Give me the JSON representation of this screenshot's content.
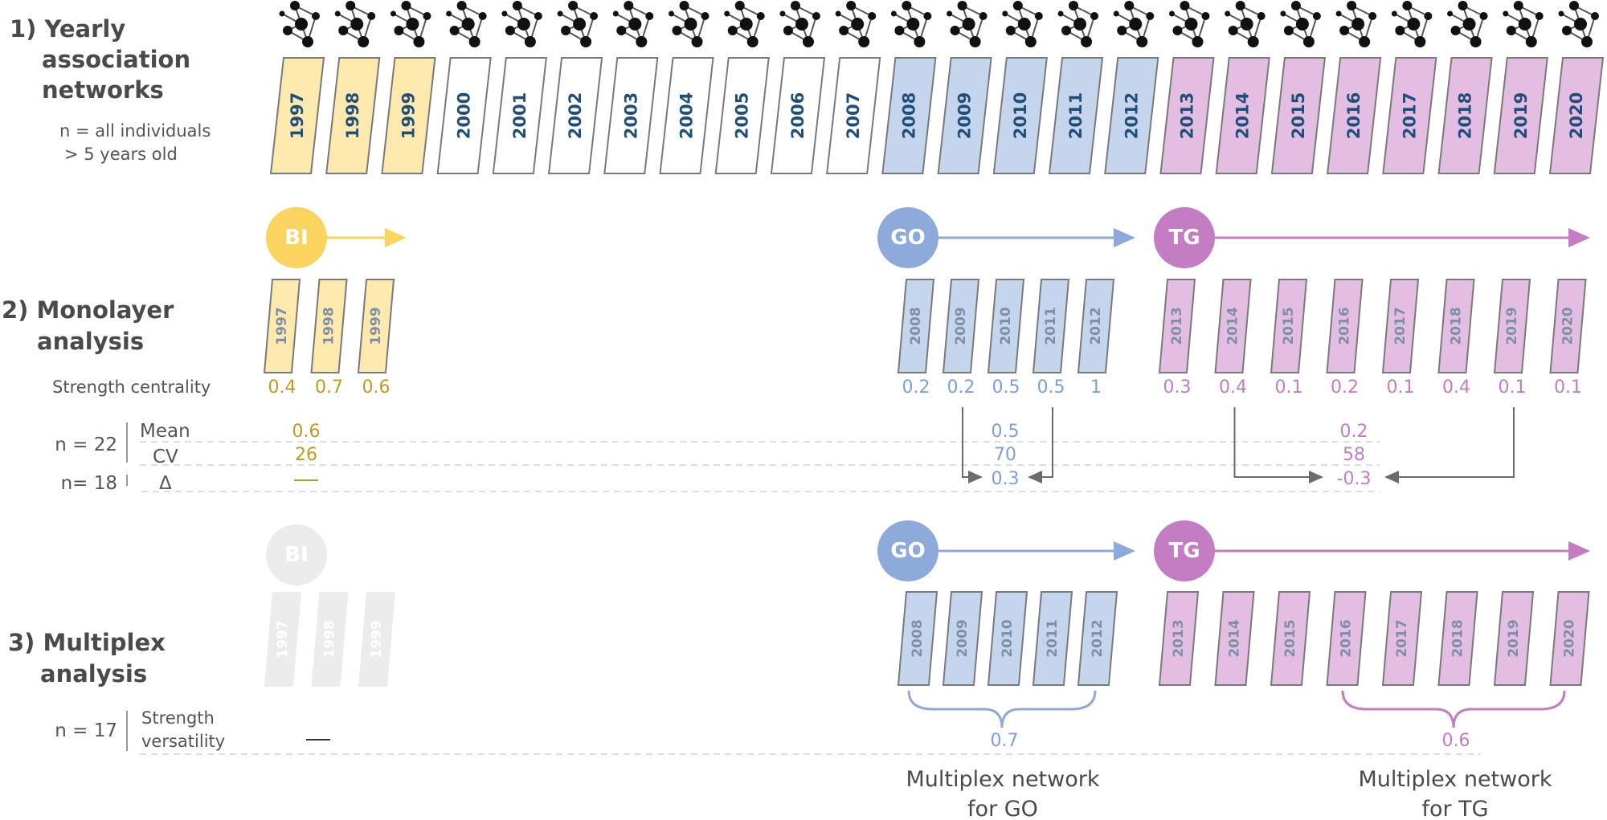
{
  "colors": {
    "bi": "#f9d560",
    "bi_fill": "#fde9ae",
    "bi_text": "#c49a1a",
    "go": "#8eaadb",
    "go_fill": "#c6d5ee",
    "go_text": "#7f9fd9",
    "tg": "#c47cc2",
    "tg_fill": "#e3bde2",
    "tg_text": "#c47cc2",
    "ghost": "#ececec",
    "box_stroke": "#7a7a7a",
    "arrow_gray": "#6b6b6b"
  },
  "section1": {
    "title_lines": [
      "1) Yearly",
      "association",
      "networks"
    ],
    "note_lines": [
      "n = all individuals",
      "> 5 years old"
    ],
    "years": [
      {
        "year": "1997",
        "group": "bi"
      },
      {
        "year": "1998",
        "group": "bi"
      },
      {
        "year": "1999",
        "group": "bi"
      },
      {
        "year": "2000",
        "group": "none"
      },
      {
        "year": "2001",
        "group": "none"
      },
      {
        "year": "2002",
        "group": "none"
      },
      {
        "year": "2003",
        "group": "none"
      },
      {
        "year": "2004",
        "group": "none"
      },
      {
        "year": "2005",
        "group": "none"
      },
      {
        "year": "2006",
        "group": "none"
      },
      {
        "year": "2007",
        "group": "none"
      },
      {
        "year": "2008",
        "group": "go"
      },
      {
        "year": "2009",
        "group": "go"
      },
      {
        "year": "2010",
        "group": "go"
      },
      {
        "year": "2011",
        "group": "go"
      },
      {
        "year": "2012",
        "group": "go"
      },
      {
        "year": "2013",
        "group": "tg"
      },
      {
        "year": "2014",
        "group": "tg"
      },
      {
        "year": "2015",
        "group": "tg"
      },
      {
        "year": "2016",
        "group": "tg"
      },
      {
        "year": "2017",
        "group": "tg"
      },
      {
        "year": "2018",
        "group": "tg"
      },
      {
        "year": "2019",
        "group": "tg"
      },
      {
        "year": "2020",
        "group": "tg"
      }
    ],
    "icon": "network-icon"
  },
  "section2": {
    "title_lines": [
      "2) Monolayer",
      "analysis"
    ],
    "strength_label": "Strength centrality",
    "n_main": "n = 22",
    "n_delta": "n= 18",
    "stat_labels": {
      "mean": "Mean",
      "cv": "CV",
      "delta": "Δ"
    },
    "groups": [
      {
        "id": "bi",
        "label": "BI",
        "years": [
          "1997",
          "1998",
          "1999"
        ],
        "values": [
          "0.4",
          "0.7",
          "0.6"
        ],
        "mean": "0.6",
        "cv": "26",
        "delta": "—"
      },
      {
        "id": "go",
        "label": "GO",
        "years": [
          "2008",
          "2009",
          "2010",
          "2011",
          "2012"
        ],
        "values": [
          "0.2",
          "0.2",
          "0.5",
          "0.5",
          "1"
        ],
        "mean": "0.5",
        "cv": "70",
        "delta": "0.3",
        "delta_from": [
          "2009",
          "2011"
        ]
      },
      {
        "id": "tg",
        "label": "TG",
        "years": [
          "2013",
          "2014",
          "2015",
          "2016",
          "2017",
          "2018",
          "2019",
          "2020"
        ],
        "values": [
          "0.3",
          "0.4",
          "0.1",
          "0.2",
          "0.1",
          "0.4",
          "0.1",
          "0.1"
        ],
        "mean": "0.2",
        "cv": "58",
        "delta": "-0.3",
        "delta_from": [
          "2014",
          "2019"
        ]
      }
    ]
  },
  "section3": {
    "title_lines": [
      "3) Multiplex",
      "analysis"
    ],
    "n_label": "n = 17",
    "metric_lines": [
      "Strength",
      "versatility"
    ],
    "groups": [
      {
        "id": "bi",
        "label": "BI",
        "years": [
          "1997",
          "1998",
          "1999"
        ],
        "value": "—",
        "disabled": true
      },
      {
        "id": "go",
        "label": "GO",
        "years": [
          "2008",
          "2009",
          "2010",
          "2011",
          "2012"
        ],
        "value": "0.7",
        "caption_lines": [
          "Multiplex network",
          "for GO"
        ]
      },
      {
        "id": "tg",
        "label": "TG",
        "years": [
          "2013",
          "2014",
          "2015",
          "2016",
          "2017",
          "2018",
          "2019",
          "2020"
        ],
        "value": "0.6",
        "caption_lines": [
          "Multiplex network",
          "for TG"
        ]
      }
    ]
  }
}
